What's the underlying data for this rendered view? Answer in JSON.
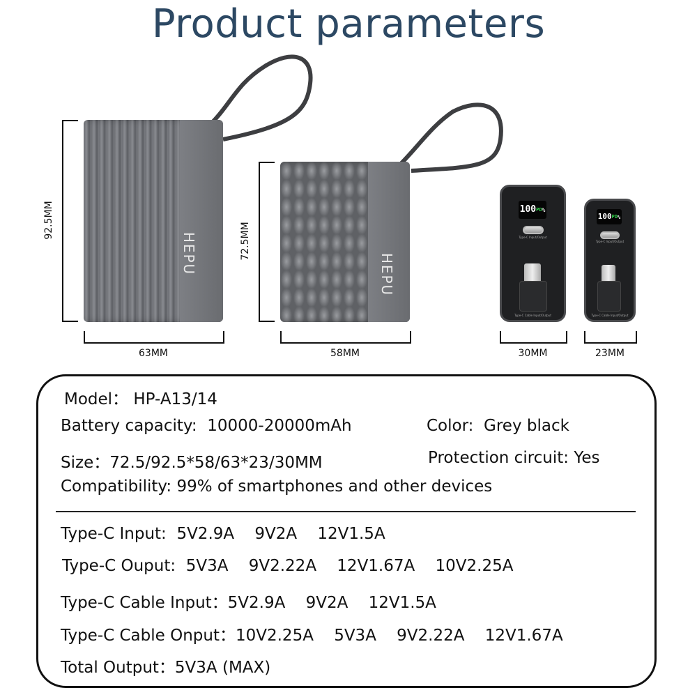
{
  "title": "Product parameters",
  "products": [
    {
      "height_label": "92.5MM",
      "width_label": "63MM",
      "brand": "HEPU"
    },
    {
      "height_label": "72.5MM",
      "width_label": "58MM",
      "brand": "HEPU"
    },
    {
      "width_label": "30MM",
      "display": "100",
      "pd": "PD",
      "percent": "%",
      "port_label": "Type-C Input/Output",
      "cable_label": "Type-C Cable Input/Output"
    },
    {
      "width_label": "23MM",
      "display": "100",
      "pd": "PD",
      "percent": "%",
      "port_label": "Type-C Input/Output",
      "cable_label": "Type-C Cable Input/Output"
    }
  ],
  "specs": {
    "model": {
      "label": "Model：",
      "value": "HP-A13/14"
    },
    "battery": {
      "label": "Battery capacity:",
      "value": "10000-20000mAh"
    },
    "color": {
      "label": "Color:",
      "value": "Grey black"
    },
    "size": {
      "label": "Size：",
      "value": "72.5/92.5*58/63*23/30MM"
    },
    "protection": {
      "label": "Protection circuit:",
      "value": "Yes"
    },
    "compatibility": {
      "label": "Compatibility:",
      "value": "99% of smartphones and other devices"
    },
    "typec_input": {
      "label": "Type-C Input:",
      "values": [
        "5V2.9A",
        "9V2A",
        "12V1.5A"
      ]
    },
    "typec_output": {
      "label": "Type-C Ouput:",
      "values": [
        "5V3A",
        "9V2.22A",
        "12V1.67A",
        "10V2.25A"
      ]
    },
    "cable_input": {
      "label": "Type-C Cable Input：",
      "values": [
        "5V2.9A",
        "9V2A",
        "12V1.5A"
      ]
    },
    "cable_output": {
      "label": "Type-C Cable Onput：",
      "values": [
        "10V2.25A",
        "5V3A",
        "9V2.22A",
        "12V1.67A"
      ]
    },
    "total_output": {
      "label": "Total Output：",
      "value": "5V3A (MAX)"
    }
  }
}
